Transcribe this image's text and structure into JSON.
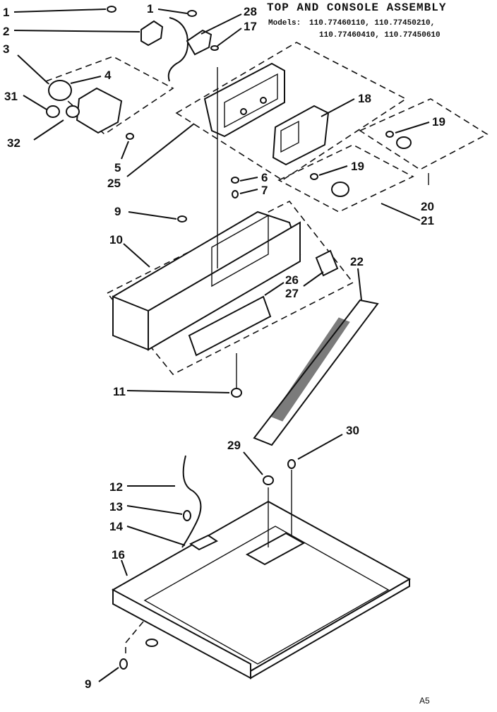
{
  "header": {
    "title": "TOP AND CONSOLE ASSEMBLY",
    "models_label": "Models:",
    "models_line1": "110.77460110, 110.77450210,",
    "models_line2": "110.77460410, 110.77450610"
  },
  "callouts": [
    {
      "id": "c1a",
      "text": "1"
    },
    {
      "id": "c1b",
      "text": "1"
    },
    {
      "id": "c2",
      "text": "2"
    },
    {
      "id": "c3",
      "text": "3"
    },
    {
      "id": "c4",
      "text": "4"
    },
    {
      "id": "c31",
      "text": "31"
    },
    {
      "id": "c32",
      "text": "32"
    },
    {
      "id": "c5",
      "text": "5"
    },
    {
      "id": "c25",
      "text": "25"
    },
    {
      "id": "c28",
      "text": "28"
    },
    {
      "id": "c17",
      "text": "17"
    },
    {
      "id": "c18",
      "text": "18"
    },
    {
      "id": "c19a",
      "text": "19"
    },
    {
      "id": "c19b",
      "text": "19"
    },
    {
      "id": "c20",
      "text": "20"
    },
    {
      "id": "c21",
      "text": "21"
    },
    {
      "id": "c6",
      "text": "6"
    },
    {
      "id": "c7",
      "text": "7"
    },
    {
      "id": "c9a",
      "text": "9"
    },
    {
      "id": "c10",
      "text": "10"
    },
    {
      "id": "c26",
      "text": "26"
    },
    {
      "id": "c27",
      "text": "27"
    },
    {
      "id": "c22",
      "text": "22"
    },
    {
      "id": "c11",
      "text": "11"
    },
    {
      "id": "c29",
      "text": "29"
    },
    {
      "id": "c30",
      "text": "30"
    },
    {
      "id": "c12",
      "text": "12"
    },
    {
      "id": "c13",
      "text": "13"
    },
    {
      "id": "c14",
      "text": "14"
    },
    {
      "id": "c16",
      "text": "16"
    },
    {
      "id": "c9b",
      "text": "9"
    }
  ],
  "corner_mark": "A5"
}
